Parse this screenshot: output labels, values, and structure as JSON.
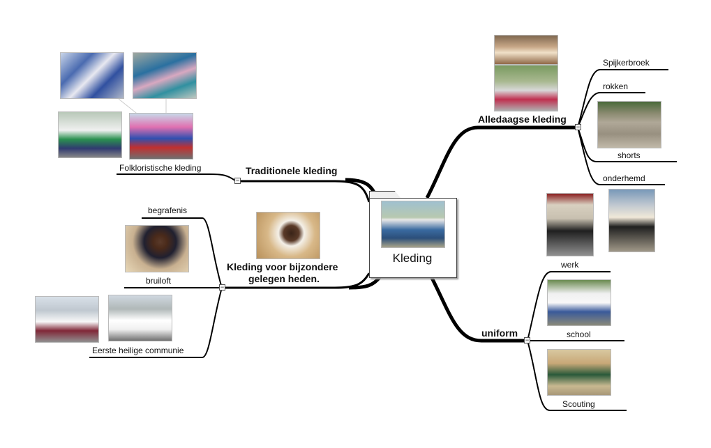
{
  "central": {
    "title": "Kleding",
    "photo": "group-photo"
  },
  "branches": {
    "traditioneel": {
      "title": "Traditionele kleding",
      "toggle": "−",
      "children": [
        {
          "label": "Folkloristische kleding"
        }
      ]
    },
    "bijzonder": {
      "title_line1": "Kleding voor bijzondere",
      "title_line2": "gelegen heden.",
      "toggle": "−",
      "children": [
        {
          "label": "begrafenis"
        },
        {
          "label": "bruiloft"
        },
        {
          "label": "Eerste heilige communie"
        }
      ]
    },
    "alledaags": {
      "title": "Alledaagse  kleding",
      "toggle": "−",
      "children": [
        {
          "label": "Spijkerbroek"
        },
        {
          "label": "rokken"
        },
        {
          "label": "shorts"
        },
        {
          "label": "onderhemd"
        }
      ]
    },
    "uniform": {
      "title": "uniform",
      "toggle": "−",
      "children": [
        {
          "label": "werk"
        },
        {
          "label": "school"
        },
        {
          "label": "Scouting"
        }
      ]
    }
  },
  "colors": {
    "line": "#000000",
    "toggle_bg": "#f3f3f3",
    "box_border": "#444444"
  }
}
